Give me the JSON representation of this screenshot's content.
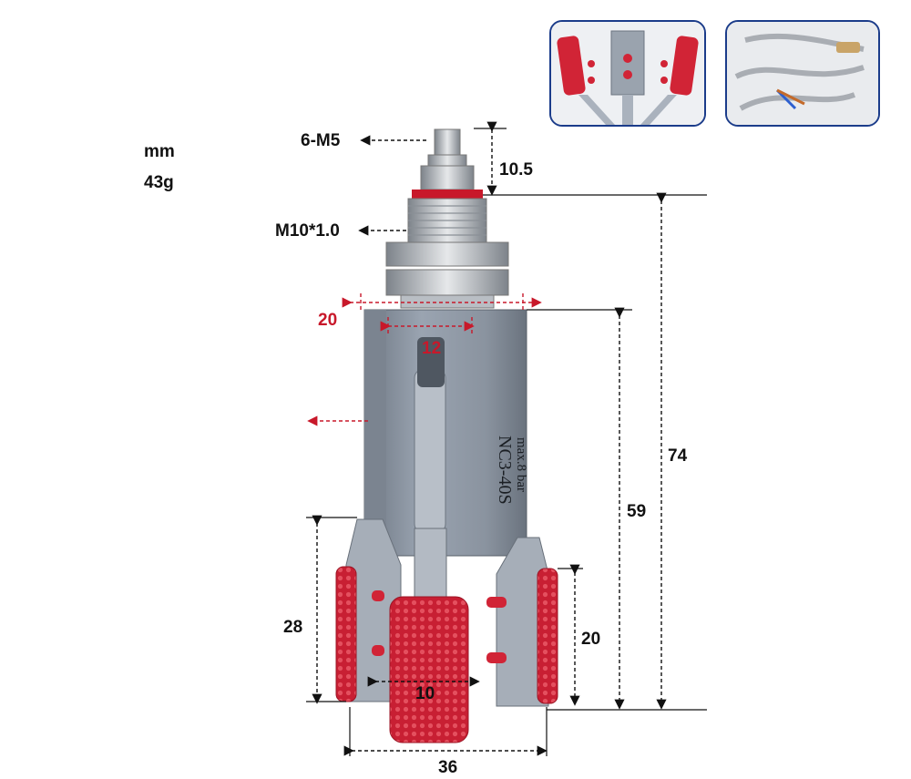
{
  "unit_label": "mm",
  "weight_label": "43g",
  "dimensions": {
    "air_port": "6-M5",
    "port_height": "10.5",
    "thread": "M10*1.0",
    "body_width": "20",
    "body_inner_width": "12",
    "total_height": "74",
    "body_height": "59",
    "finger_length": "28",
    "pad_height": "20",
    "pad_width": "10",
    "open_span": "36"
  },
  "body_marking": {
    "model": "NC3-40S",
    "pressure": "max.8 bar"
  },
  "colors": {
    "dimension_red": "#c8182a",
    "pad_red": "#d12436",
    "body_gray": "#8b95a3",
    "thumb_border": "#1b3c8a"
  }
}
